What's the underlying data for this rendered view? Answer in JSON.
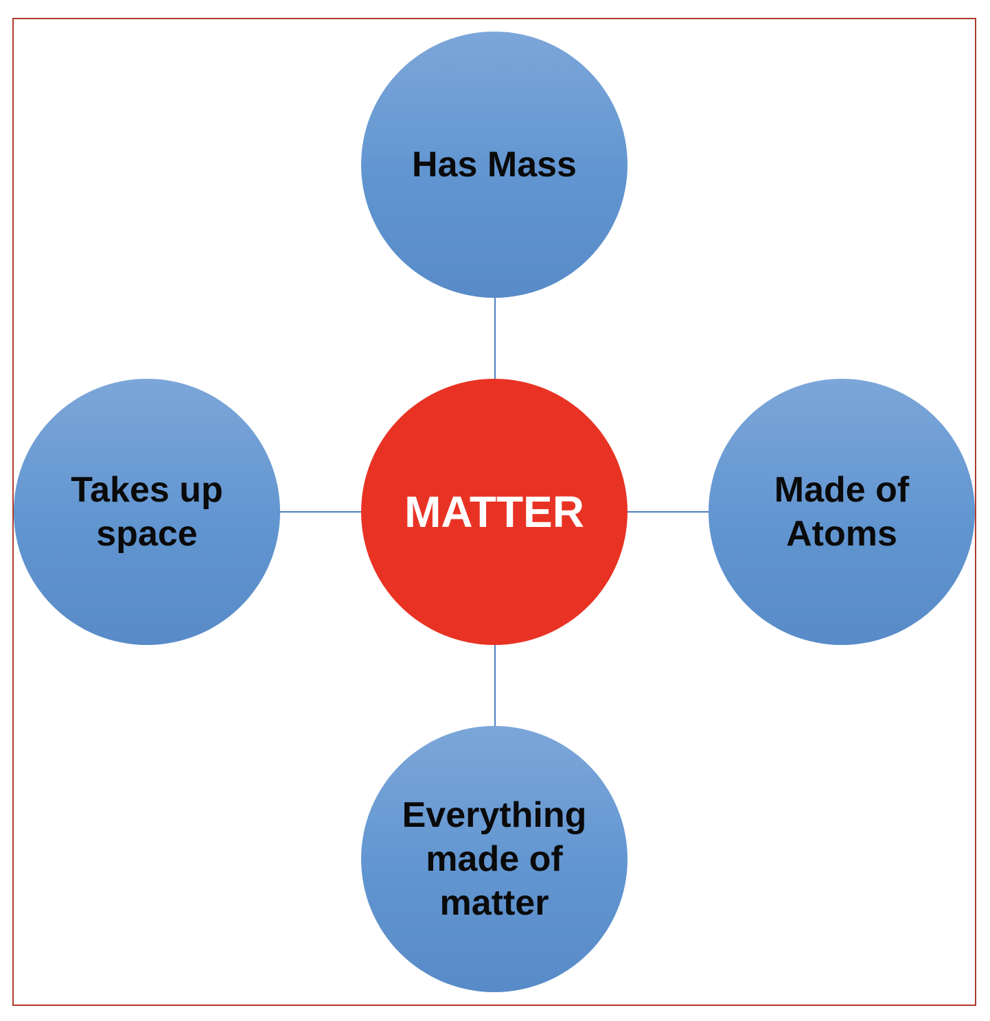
{
  "diagram": {
    "center": {
      "label": "MATTER",
      "color": "#e83324"
    },
    "nodes": [
      {
        "id": "top",
        "label": "Has Mass"
      },
      {
        "id": "left",
        "label": "Takes up\nspace"
      },
      {
        "id": "right",
        "label": "Made of\nAtoms"
      },
      {
        "id": "bottom",
        "label": "Everything\nmade of\nmatter"
      }
    ],
    "node_color": "#6195d0",
    "connector_color": "#4f7fbf",
    "frame_color": "#b0392b"
  }
}
